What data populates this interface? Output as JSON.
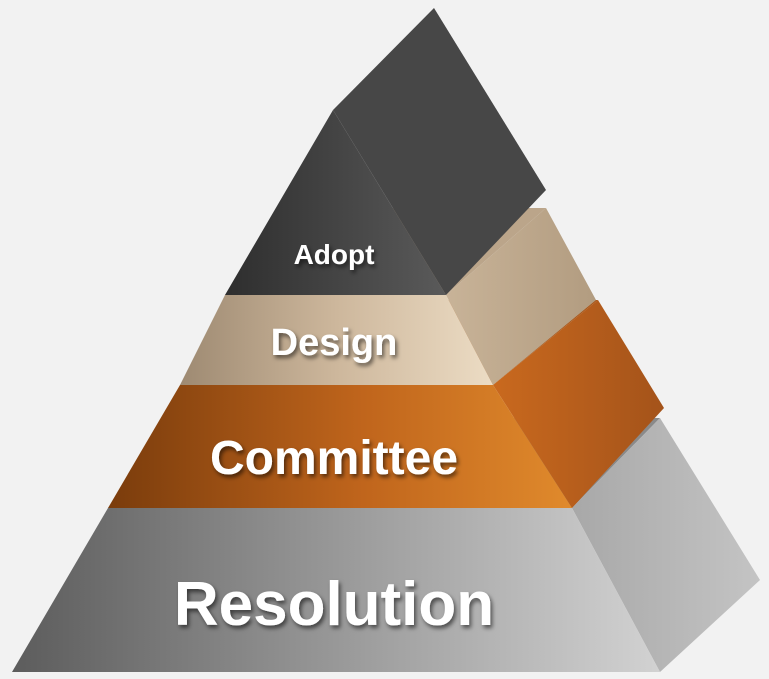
{
  "diagram": {
    "type": "pyramid",
    "tiers": [
      {
        "label": "Adopt",
        "color": "#3f3f3f"
      },
      {
        "label": "Design",
        "color": "#c9b39a"
      },
      {
        "label": "Committee",
        "color": "#c9681b"
      },
      {
        "label": "Resolution",
        "color": "#9a9a9a"
      }
    ]
  }
}
